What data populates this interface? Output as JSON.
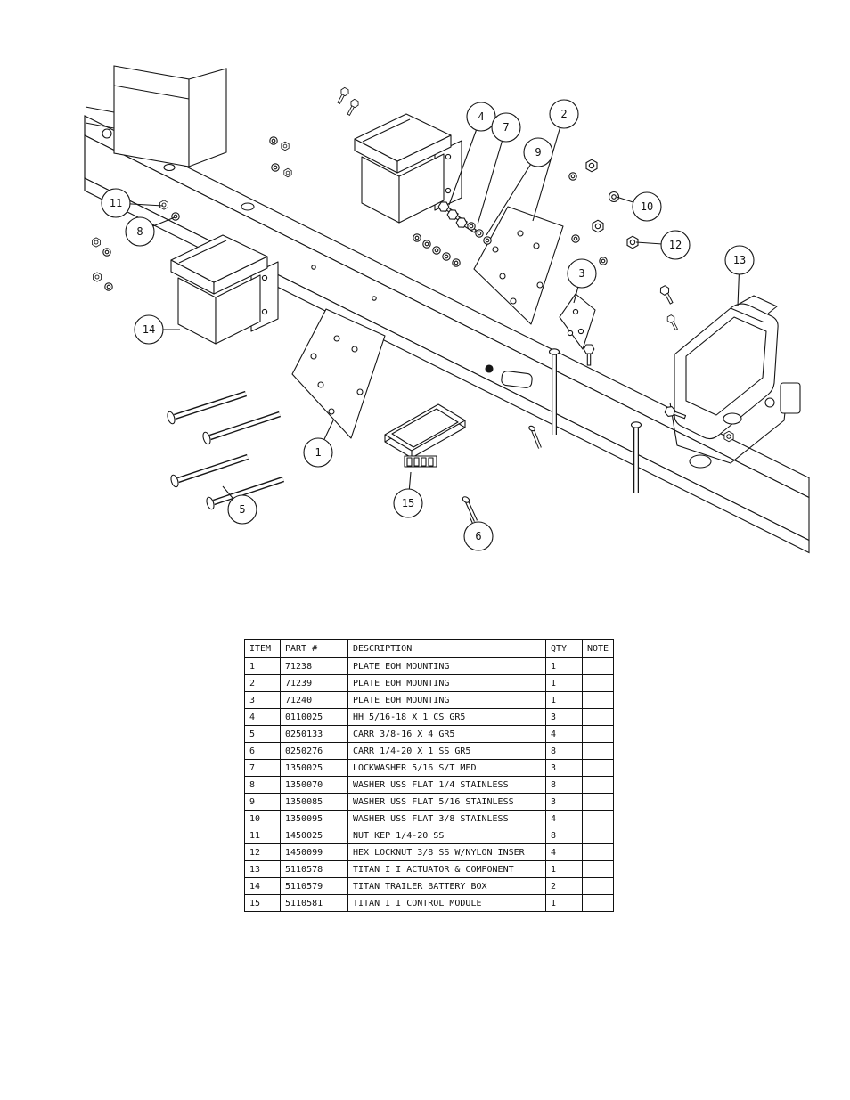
{
  "diagram": {
    "balloons": [
      {
        "label": "1"
      },
      {
        "label": "2"
      },
      {
        "label": "3"
      },
      {
        "label": "4"
      },
      {
        "label": "5"
      },
      {
        "label": "6"
      },
      {
        "label": "7"
      },
      {
        "label": "8"
      },
      {
        "label": "9"
      },
      {
        "label": "10"
      },
      {
        "label": "11"
      },
      {
        "label": "12"
      },
      {
        "label": "13"
      },
      {
        "label": "14"
      },
      {
        "label": "15"
      }
    ]
  },
  "table": {
    "headers": {
      "item": "ITEM",
      "part": "PART #",
      "desc": "DESCRIPTION",
      "qty": "QTY",
      "note": "NOTE"
    },
    "rows": [
      {
        "item": "1",
        "part": "71238",
        "desc": "PLATE EOH MOUNTING",
        "qty": "1",
        "note": ""
      },
      {
        "item": "2",
        "part": "71239",
        "desc": "PLATE EOH MOUNTING",
        "qty": "1",
        "note": ""
      },
      {
        "item": "3",
        "part": "71240",
        "desc": "PLATE EOH MOUNTING",
        "qty": "1",
        "note": ""
      },
      {
        "item": "4",
        "part": "0110025",
        "desc": "HH 5/16-18 X 1 CS GR5",
        "qty": "3",
        "note": ""
      },
      {
        "item": "5",
        "part": "0250133",
        "desc": "CARR 3/8-16 X 4 GR5",
        "qty": "4",
        "note": ""
      },
      {
        "item": "6",
        "part": "0250276",
        "desc": "CARR 1/4-20 X 1 SS GR5",
        "qty": "8",
        "note": ""
      },
      {
        "item": "7",
        "part": "1350025",
        "desc": "LOCKWASHER 5/16 S/T MED",
        "qty": "3",
        "note": ""
      },
      {
        "item": "8",
        "part": "1350070",
        "desc": "WASHER USS FLAT 1/4 STAINLESS",
        "qty": "8",
        "note": ""
      },
      {
        "item": "9",
        "part": "1350085",
        "desc": "WASHER USS FLAT 5/16 STAINLESS",
        "qty": "3",
        "note": ""
      },
      {
        "item": "10",
        "part": "1350095",
        "desc": "WASHER USS FLAT 3/8 STAINLESS",
        "qty": "4",
        "note": ""
      },
      {
        "item": "11",
        "part": "1450025",
        "desc": "NUT KEP 1/4-20 SS",
        "qty": "8",
        "note": ""
      },
      {
        "item": "12",
        "part": "1450099",
        "desc": "HEX LOCKNUT 3/8 SS W/NYLON INSER",
        "qty": "4",
        "note": ""
      },
      {
        "item": "13",
        "part": "5110578",
        "desc": "TITAN I I ACTUATOR & COMPONENT",
        "qty": "1",
        "note": ""
      },
      {
        "item": "14",
        "part": "5110579",
        "desc": "TITAN TRAILER BATTERY BOX",
        "qty": "2",
        "note": ""
      },
      {
        "item": "15",
        "part": "5110581",
        "desc": "TITAN I I CONTROL MODULE",
        "qty": "1",
        "note": ""
      }
    ]
  }
}
